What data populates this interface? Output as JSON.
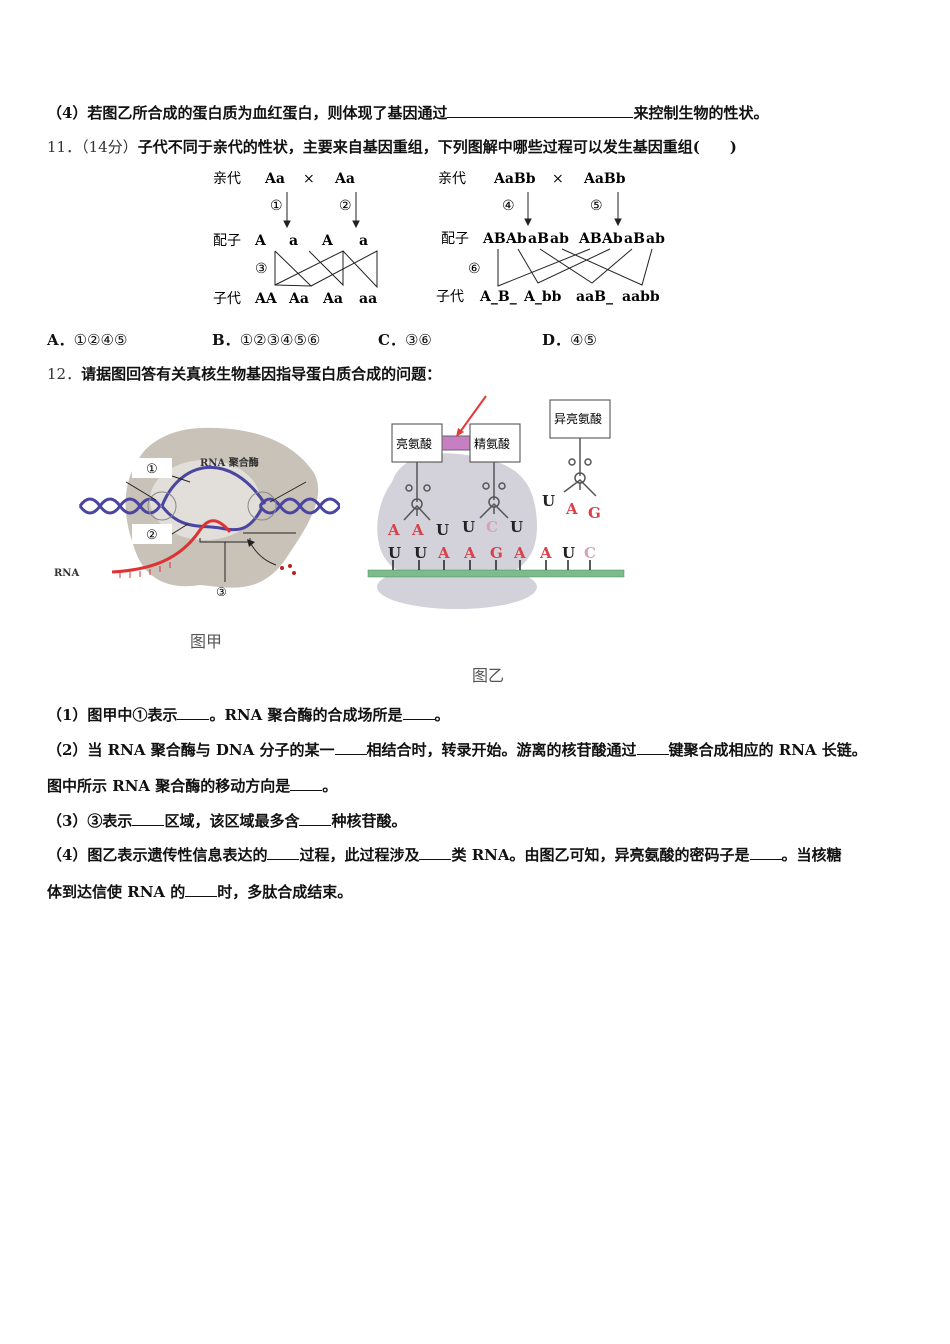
{
  "q10_4": {
    "prefix": "（4）若图乙所合成的蛋白质为血红蛋白，则体现了基因通过",
    "suffix": "来控制生物的性状。"
  },
  "q11": {
    "number": "11．",
    "score": "（14分）",
    "stem": "子代不同于亲代的性状，主要来自基因重组，下列图解中哪些过程可以发生基因重组(　　)",
    "diagram_left": {
      "parent_label": "亲代",
      "parent1": "Aa",
      "cross": "×",
      "parent2": "Aa",
      "step1": "①",
      "step2": "②",
      "gamete_label": "配子",
      "gametes": [
        "A",
        "a",
        "A",
        "a"
      ],
      "step3": "③",
      "offspring_label": "子代",
      "offspring": [
        "AA",
        "Aa",
        "Aa",
        "aa"
      ]
    },
    "diagram_right": {
      "parent_label": "亲代",
      "parent1": "AaBb",
      "cross": "×",
      "parent2": "AaBb",
      "step4": "④",
      "step5": "⑤",
      "gamete_label": "配子",
      "gametes": [
        "AB",
        "Ab",
        "aB",
        "ab",
        "AB",
        "Ab",
        "aB",
        "ab"
      ],
      "step6": "⑥",
      "offspring_label": "子代",
      "offspring": [
        "A_B_",
        "A_bb",
        "aaB_",
        "aabb"
      ]
    },
    "options": [
      {
        "letter": "A．",
        "text": "①②④⑤"
      },
      {
        "letter": "B．",
        "text": "①②③④⑤⑥"
      },
      {
        "letter": "C．",
        "text": "③⑥"
      },
      {
        "letter": "D．",
        "text": "④⑤"
      }
    ]
  },
  "q12": {
    "number": "12．",
    "stem": "请据图回答有关真核生物基因指导蛋白质合成的问题：",
    "figure_jia": {
      "caption": "图甲",
      "enzyme_label": "RNA 聚合酶",
      "label1": "①",
      "label2": "②",
      "label3": "③",
      "rna_label": "RNA"
    },
    "figure_yi": {
      "caption": "图乙",
      "amino_acids": [
        "亮氨酸",
        "精氨酸",
        "异亮氨酸"
      ],
      "anticodons": [
        {
          "bases": [
            "A",
            "A",
            "U"
          ],
          "colors": [
            "#d9424a",
            "#d9424a",
            "#222222"
          ]
        },
        {
          "bases": [
            "U",
            "C",
            "U"
          ],
          "colors": [
            "#222222",
            "#d9a0b8",
            "#222222"
          ]
        },
        {
          "bases": [
            "U",
            "A",
            "G"
          ],
          "colors": [
            "#222222",
            "#d9424a",
            "#d9424a"
          ]
        }
      ],
      "mrna": {
        "bases": [
          "U",
          "U",
          "A",
          "A",
          "G",
          "A",
          "A",
          "U",
          "C"
        ],
        "colors": [
          "#222222",
          "#222222",
          "#d9424a",
          "#d9424a",
          "#d9424a",
          "#d9424a",
          "#d9424a",
          "#222222",
          "#d9a0b8"
        ]
      },
      "colors": {
        "mrna_strand": "#7dbb8c",
        "peptide_bond": "#c77fc4",
        "arrow": "#e03a3a",
        "ribosome": "#d3d1da"
      }
    },
    "sub1": {
      "a": "（1）图甲中①表示",
      "b": "。RNA 聚合酶的合成场所是",
      "c": "。"
    },
    "sub2": {
      "a": "（2）当 RNA 聚合酶与 DNA 分子的某一",
      "b": "相结合时，转录开始。游离的核苷酸通过",
      "c": "键聚合成相应的 RNA 长链。",
      "d": "图中所示 RNA 聚合酶的移动方向是",
      "e": "。"
    },
    "sub3": {
      "a": "（3）③表示",
      "b": "区域，该区域最多含",
      "c": "种核苷酸。"
    },
    "sub4": {
      "a": "（4）图乙表示遗传性信息表达的",
      "b": "过程，此过程涉及",
      "c": "类 RNA。由图乙可知，异亮氨酸的密码子是",
      "d": "。当核糖",
      "e": "体到达信使 RNA 的",
      "f": "时，多肽合成结束。"
    }
  }
}
